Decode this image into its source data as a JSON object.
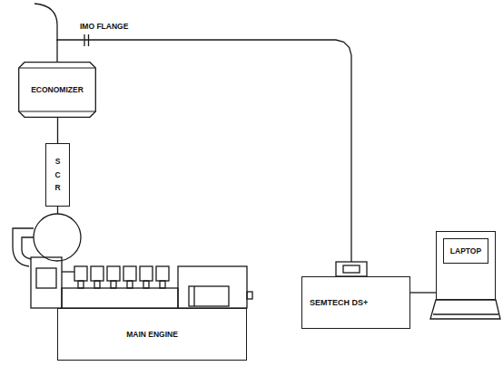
{
  "diagram": {
    "nodes": [
      {
        "text": [
          "ECONOMIZER"
        ]
      },
      {
        "text": [
          "S C R"
        ]
      },
      {
        "text": [
          "MAIN ENGINE"
        ]
      },
      {
        "text": [
          "SEMTECH DS+"
        ]
      },
      {
        "text": [
          "LAPTOP"
        ]
      }
    ],
    "edges": [
      {
        "from": 0,
        "to": 1,
        "arrow": "none"
      },
      {
        "from": 0,
        "to": 3,
        "arrow": "none"
      },
      {
        "from": 3,
        "to": 4,
        "arrow": "none"
      }
    ],
    "labels": [
      "IMO FLANGE"
    ]
  }
}
